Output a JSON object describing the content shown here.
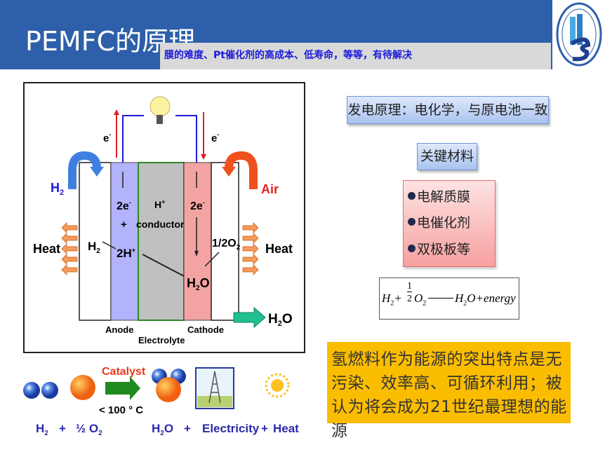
{
  "header": {
    "title": "PEMFC的原理",
    "subtitle": "膜的难度、Pt催化剂的高成本、低寿命，等等，有待解决"
  },
  "diagram": {
    "electron_left": "e",
    "electron_right": "e",
    "minus": "-",
    "h2_in": "H",
    "air_in": "Air",
    "heat_left": "Heat",
    "heat_right": "Heat",
    "anode_text": [
      "2e",
      "+",
      "2H"
    ],
    "conductor": [
      "H",
      "conductor"
    ],
    "cathode_text": "2e",
    "h2_label": "H",
    "half_o2": "1/2O",
    "water": "H",
    "water_o": "O",
    "water_out": "H",
    "water_out_o": "O",
    "anode": "Anode",
    "electrolyte": "Electrolyte",
    "cathode": "Cathode",
    "plus_sup": "+",
    "sub2": "2"
  },
  "reaction": {
    "catalyst": "Catalyst",
    "temperature": "< 100 ° C",
    "h2": "H",
    "plus": "+",
    "half_o2": "½ O",
    "h2o": "H",
    "h2o_o": "O",
    "electricity": "Electricity",
    "heat": "Heat",
    "sub2": "2"
  },
  "right": {
    "principle": "发电原理：电化学，与原电池一致",
    "key_materials": "关键材料",
    "materials": [
      "电解质膜",
      "电催化剂",
      "双极板等"
    ],
    "equation": {
      "h": "H",
      "sub2": "2",
      "plus": "+",
      "one": "1",
      "two": "2",
      "o": "O",
      "h2o_h": "H",
      "h2o_o": "O",
      "energy": "+energy"
    },
    "note": "氢燃料作为能源的突出特点是无污染、效率高、可循环利用；被认为将会成为21世纪最理想的能源"
  },
  "colors": {
    "header": "#2e5faa",
    "anode": "#b3b3fb",
    "electrolyte": "#c0c0c0",
    "cathode": "#f4a3a3",
    "note": "#fbbd00"
  }
}
